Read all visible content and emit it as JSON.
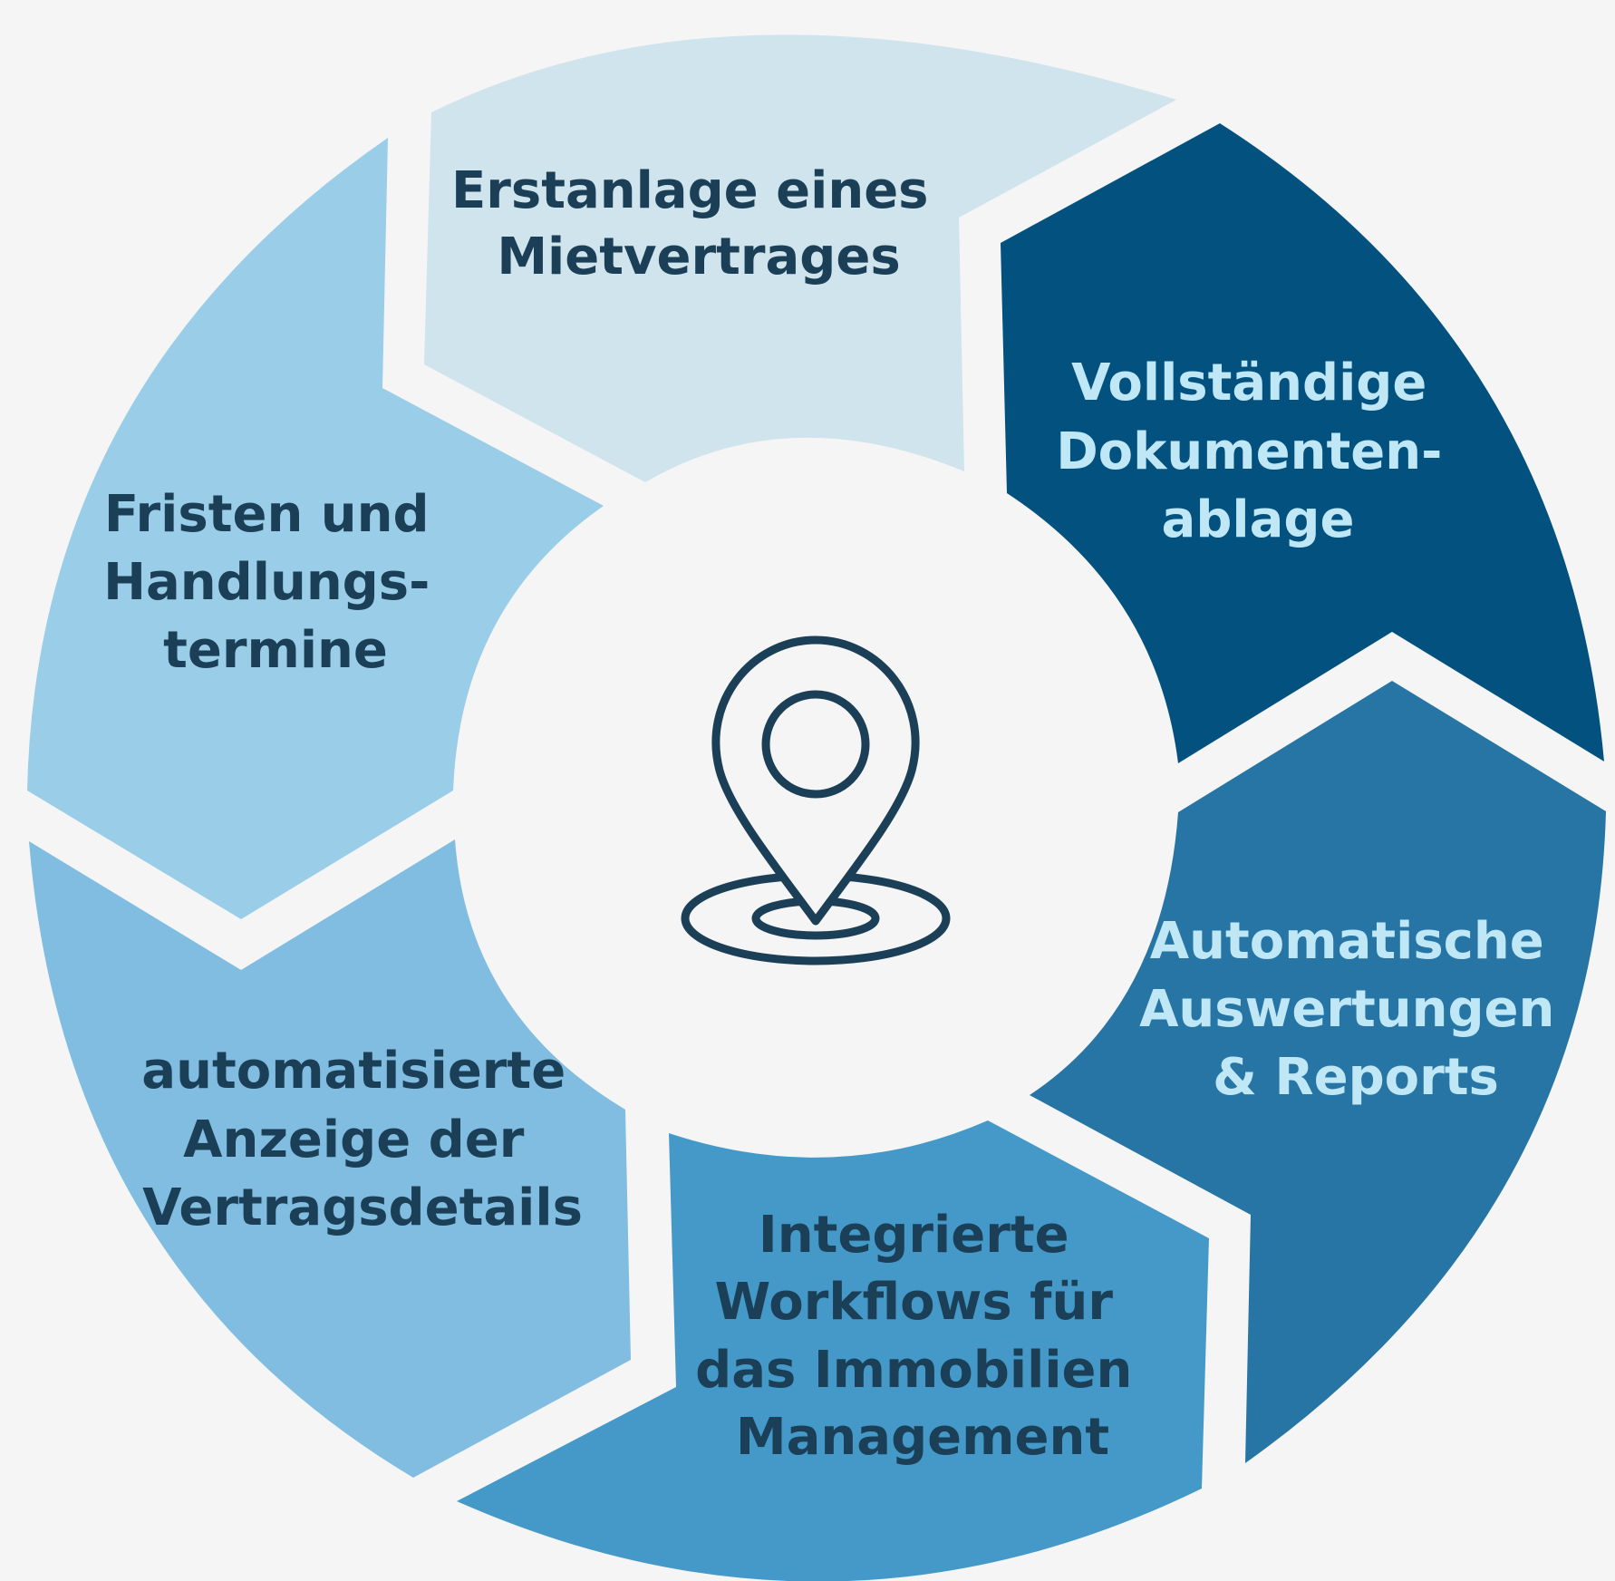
{
  "diagram": {
    "segments": [
      {
        "id": "erstanlage",
        "lines": [
          "Erstanlage eines",
          "Mietvertrages"
        ],
        "fill": "#cfe4ec",
        "text_color": "#1b3f56"
      },
      {
        "id": "dokumentenablage",
        "lines": [
          "Vollständige",
          "Dokumenten-",
          "ablage"
        ],
        "fill": "#02517f",
        "text_color": "#bfe7f5"
      },
      {
        "id": "auswertungen",
        "lines": [
          "Automatische",
          "Auswertungen",
          "& Reports"
        ],
        "fill": "#2675a5",
        "text_color": "#bfe7f5"
      },
      {
        "id": "workflows",
        "lines": [
          "Integrierte",
          "Workflows für",
          "das Immobilien",
          "Management"
        ],
        "fill": "#4599c9",
        "text_color": "#1b3f56"
      },
      {
        "id": "vertragsdetails",
        "lines": [
          "automatisierte",
          "Anzeige der",
          "Vertragsdetails"
        ],
        "fill": "#80bde1",
        "text_color": "#1b3f56"
      },
      {
        "id": "fristen",
        "lines": [
          "Fristen und",
          "Handlungs-",
          "termine"
        ],
        "fill": "#9acde8",
        "text_color": "#1b3f56"
      }
    ],
    "center_icon": {
      "name": "location-pin-icon",
      "stroke": "#1b3f56"
    },
    "background": "#f5f5f5",
    "hub_fill": "#f5f5f5"
  }
}
